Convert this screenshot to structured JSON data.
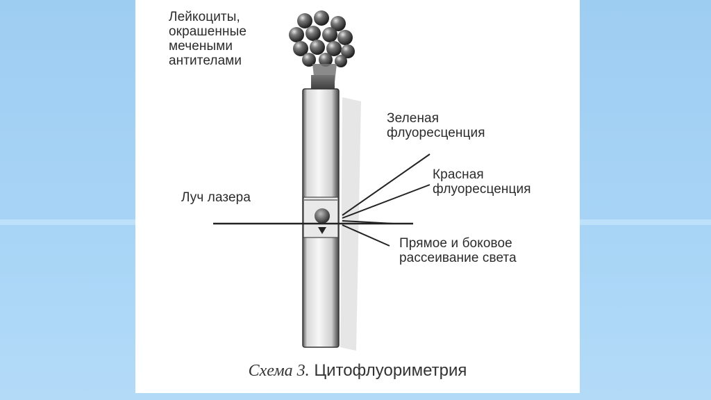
{
  "diagram": {
    "labels": {
      "leukocytes": "Лейкоциты,\nокрашенные\nмечеными\nантителами",
      "green_fluorescence": "Зеленая\nфлуоресценция",
      "red_fluorescence": "Красная\nфлуоресценция",
      "laser_beam": "Луч лазера",
      "scatter": "Прямое и боковое\nрассеивание света"
    },
    "caption": {
      "scheme_number": "Схема 3.",
      "title": "Цитофлуориметрия"
    }
  },
  "colors": {
    "background": "#a7d4f6",
    "panel": "#ffffff",
    "ink": "#2b2b2b"
  }
}
